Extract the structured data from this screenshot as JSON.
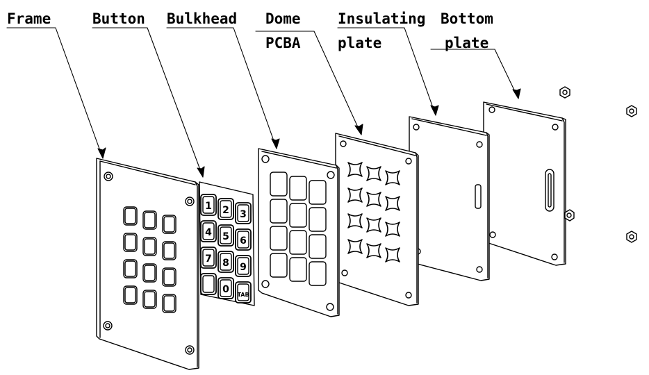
{
  "labels": {
    "frame": "Frame",
    "button": "Button",
    "bulkhead": "Bulkhead",
    "dome": "Dome",
    "pcba": "PCBA",
    "insulating": "Insulating",
    "insulating_plate": "plate",
    "bottom": "Bottom",
    "bottom_plate": "plate"
  },
  "keys": [
    "1",
    "2",
    "3",
    "4",
    "5",
    "6",
    "7",
    "8",
    "9",
    "",
    "0",
    "TAB"
  ],
  "colors": {
    "line": "#000000",
    "background": "#ffffff"
  }
}
